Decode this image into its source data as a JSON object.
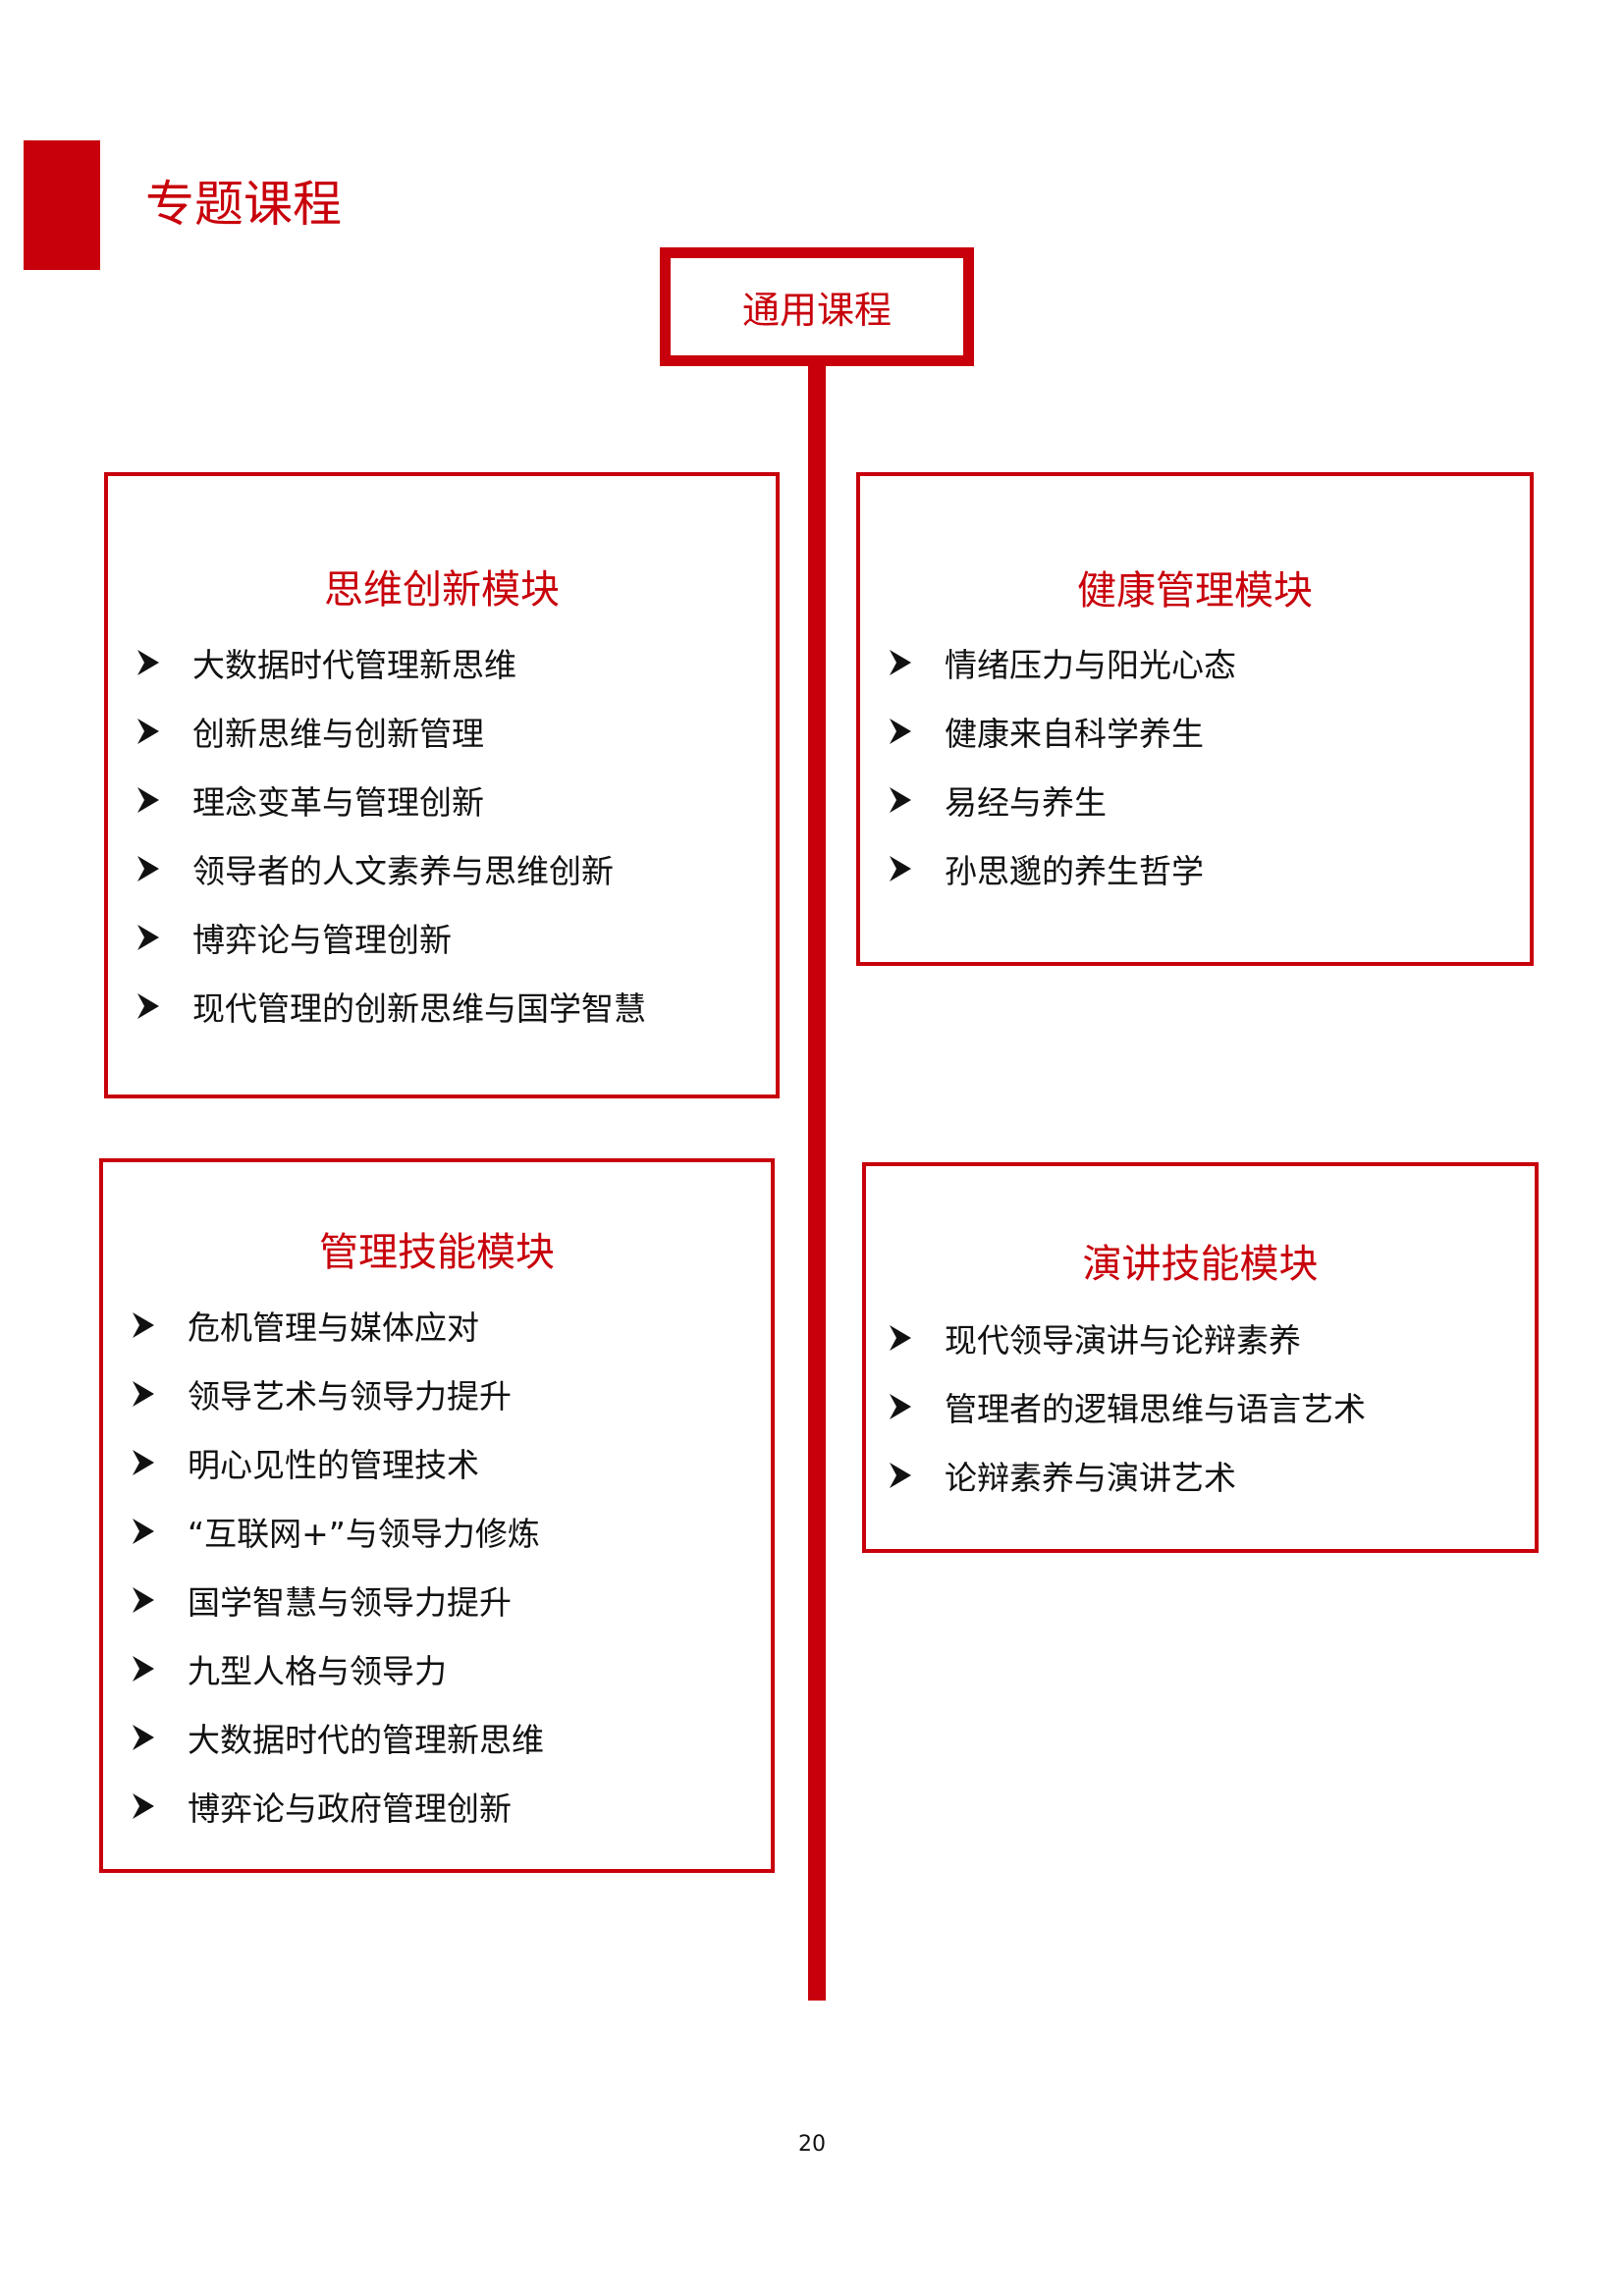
{
  "page": {
    "heading": "专题课程",
    "page_number": "20"
  },
  "root": {
    "title": "通用课程"
  },
  "modules": {
    "thinking": {
      "title": "思维创新模块",
      "items": [
        "大数据时代管理新思维",
        "创新思维与创新管理",
        "理念变革与管理创新",
        "领导者的人文素养与思维创新",
        "博弈论与管理创新",
        "现代管理的创新思维与国学智慧"
      ]
    },
    "health": {
      "title": "健康管理模块",
      "items": [
        "情绪压力与阳光心态",
        "健康来自科学养生",
        "易经与养生",
        "孙思邈的养生哲学"
      ]
    },
    "management": {
      "title": "管理技能模块",
      "items": [
        "危机管理与媒体应对",
        "领导艺术与领导力提升",
        "明心见性的管理技术",
        "“互联网+”与领导力修炼",
        "国学智慧与领导力提升",
        "九型人格与领导力",
        "大数据时代的管理新思维",
        "博弈论与政府管理创新"
      ]
    },
    "speech": {
      "title": "演讲技能模块",
      "items": [
        "现代领导演讲与论辩素养",
        "管理者的逻辑思维与语言艺术",
        "论辩素养与演讲艺术"
      ]
    }
  },
  "icons": {
    "bullet": "arrowhead-bullet-icon"
  },
  "colors": {
    "accent": "#c8000b",
    "text": "#111111"
  }
}
